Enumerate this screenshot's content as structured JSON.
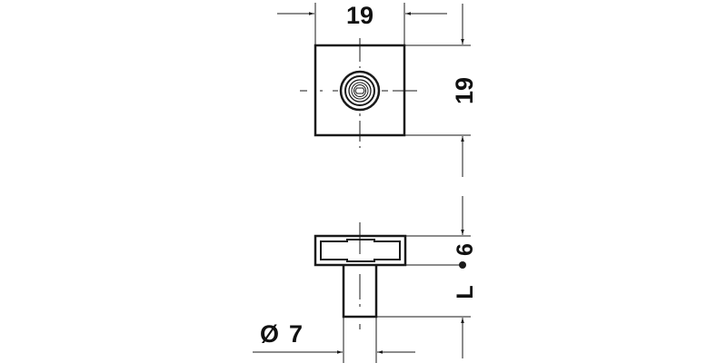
{
  "drawing": {
    "title": "T-nut / connector technical drawing",
    "colors": {
      "line": "#1a1a1a",
      "background": "#ffffff"
    },
    "top_view": {
      "width_label": "19",
      "height_label": "19"
    },
    "side_view": {
      "head_label": "6",
      "length_label": "L",
      "diameter_symbol": "Ø",
      "diameter_label": "7"
    }
  }
}
